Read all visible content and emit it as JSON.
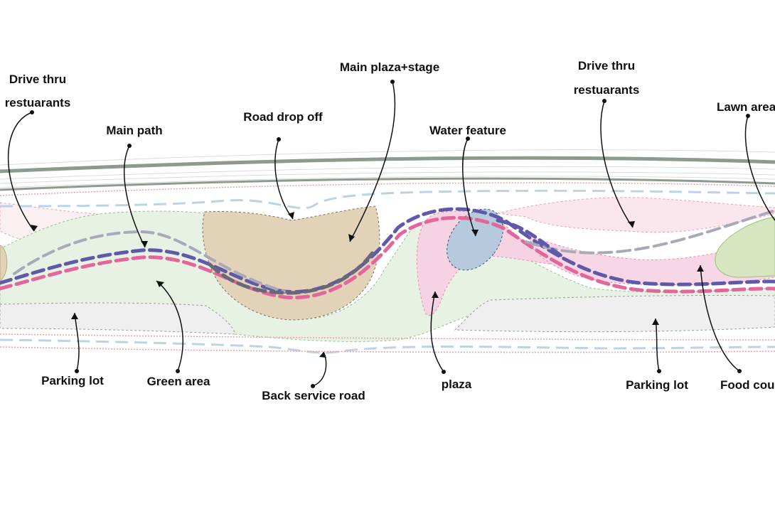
{
  "labels": {
    "drive_thru_left_1": "Drive thru",
    "drive_thru_left_2": "restuarants",
    "main_path": "Main path",
    "road_drop_off": "Road drop off",
    "main_plaza_stage": "Main plaza+stage",
    "water_feature": "Water feature",
    "drive_thru_right_1": "Drive thru",
    "drive_thru_right_2": "restuarants",
    "lawn_area": "Lawn area",
    "parking_lot_left": "Parking lot",
    "green_area": "Green area",
    "back_service_road": "Back service road",
    "plaza": "plaza",
    "parking_lot_right": "Parking lot",
    "food_court": "Food court"
  },
  "colors": {
    "main_road": "#8f9a8f",
    "path_purple": "#5f5aa8",
    "path_pink": "#e2669a",
    "path_gray": "#a9a9b8",
    "service_road": "#bcd3e6",
    "green_area": "#e8f2e4",
    "plaza_pink": "#f6d3e3",
    "stage_tan": "#e2d3b8",
    "water_blue": "#b7c9dd",
    "lawn_green": "#d7e6c0",
    "parking_gray": "#efefef"
  }
}
